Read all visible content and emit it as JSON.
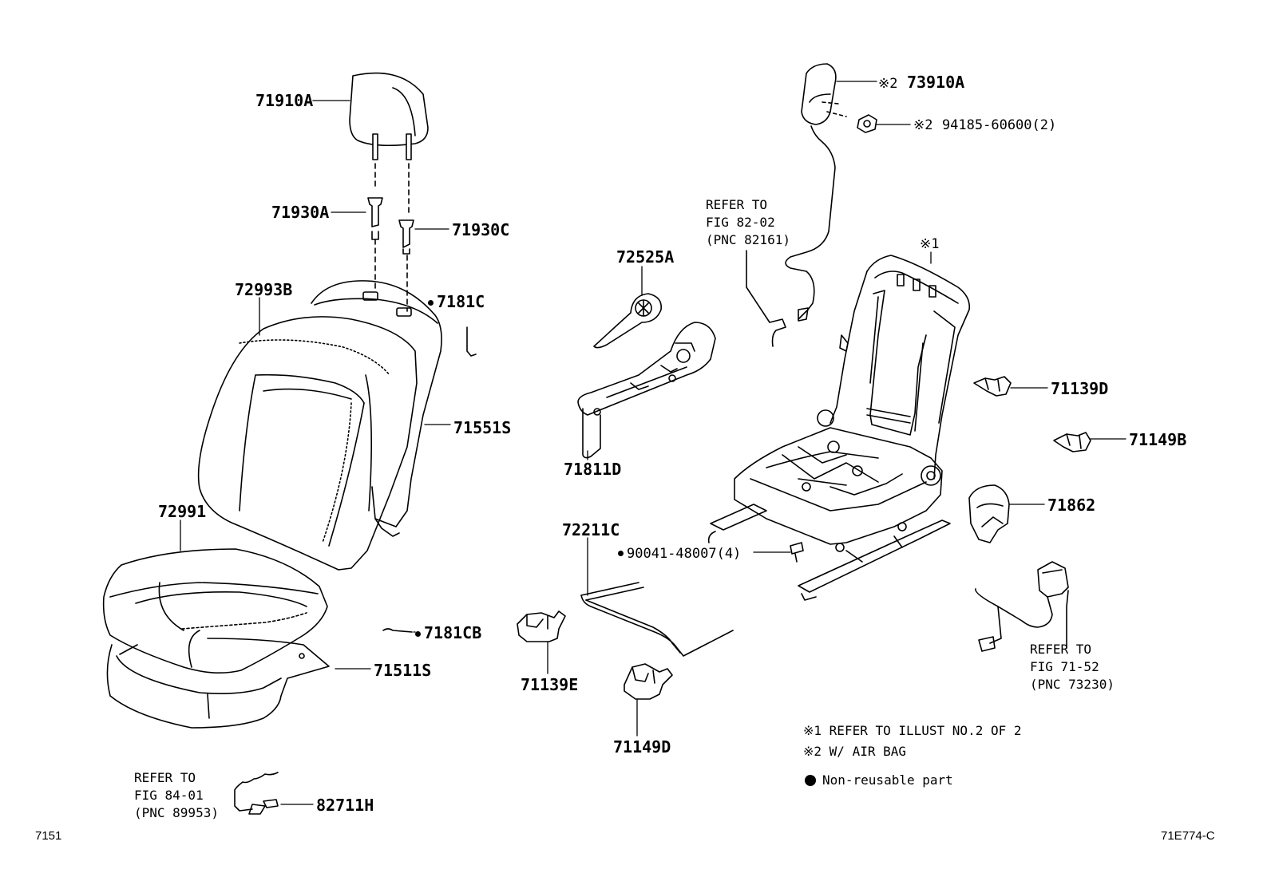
{
  "parts": {
    "p71910A": "71910A",
    "p71930A": "71930A",
    "p71930C": "71930C",
    "p72993B": "72993B",
    "p7181C": "7181C",
    "p71551S": "71551S",
    "p72991": "72991",
    "p7181CB": "7181CB",
    "p71511S": "71511S",
    "p82711H": "82711H",
    "p72525A": "72525A",
    "p71811D": "71811D",
    "p72211C": "72211C",
    "p90041": "90041-48007(4)",
    "p71139E": "71139E",
    "p71149D": "71149D",
    "p73910A": "73910A",
    "p94185": "94185-60600(2)",
    "p71139D": "71139D",
    "p71149B": "71149B",
    "p71862": "71862",
    "mark1": "※1",
    "mark2a": "※2",
    "mark2b": "※2"
  },
  "refs": {
    "fig8202": [
      "REFER TO",
      "FIG 82-02",
      "(PNC 82161)"
    ],
    "fig8401": [
      "REFER TO",
      "FIG 84-01",
      "(PNC 89953)"
    ],
    "fig7152": [
      "REFER TO",
      "FIG 71-52",
      "(PNC 73230)"
    ]
  },
  "notes": {
    "note1": "※1 REFER TO ILLUST NO.2 OF 2",
    "note2": "※2 W/ AIR BAG",
    "legend": "Non-reusable part"
  },
  "corners": {
    "left": "7151",
    "right": "71E774-C"
  }
}
